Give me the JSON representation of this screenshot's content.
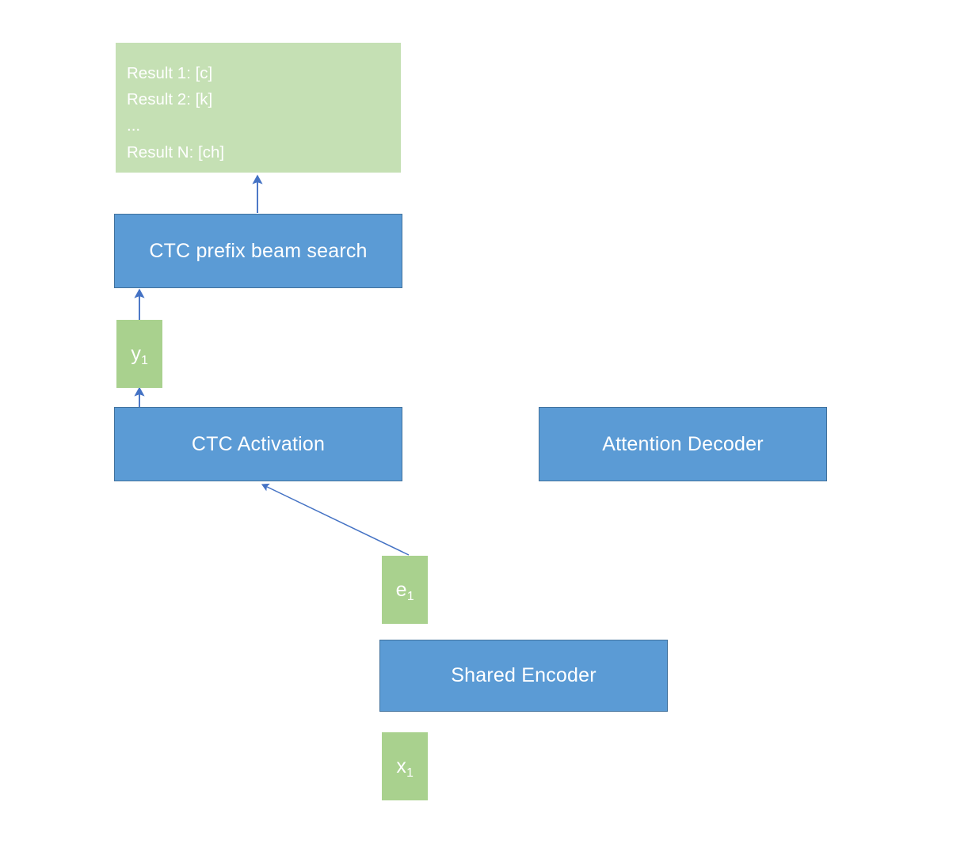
{
  "diagram": {
    "title": "CTC prefix beam search decoding pipeline",
    "colors": {
      "block_fill": "#5b9bd5",
      "block_border": "#41719c",
      "tensor_fill_light": "#c5e0b4",
      "tensor_fill": "#a9d18e",
      "arrow": "#4472c4",
      "text": "#ffffff",
      "background": "#ffffff"
    },
    "nodes": {
      "results": {
        "lines": [
          "Result 1: [c]",
          "Result 2: [k]",
          "...",
          "Result N: [ch]"
        ]
      },
      "beam_search": {
        "label": "CTC prefix beam search"
      },
      "y1": {
        "base": "y",
        "subscript": "1"
      },
      "ctc_activation": {
        "label": "CTC Activation"
      },
      "attention_decoder": {
        "label": "Attention Decoder"
      },
      "e1": {
        "base": "e",
        "subscript": "1"
      },
      "shared_encoder": {
        "label": "Shared Encoder"
      },
      "x1": {
        "base": "x",
        "subscript": "1"
      }
    },
    "edges": [
      {
        "name": "beam-search-to-results",
        "from": "beam_search",
        "to": "results",
        "style": "straight-up"
      },
      {
        "name": "y1-to-beam-search",
        "from": "y1",
        "to": "beam_search",
        "style": "straight-up"
      },
      {
        "name": "ctc-activation-to-y1",
        "from": "ctc_activation",
        "to": "y1",
        "style": "straight-up"
      },
      {
        "name": "e1-to-ctc-activation",
        "from": "e1",
        "to": "ctc_activation",
        "style": "diagonal-up-left"
      }
    ]
  }
}
